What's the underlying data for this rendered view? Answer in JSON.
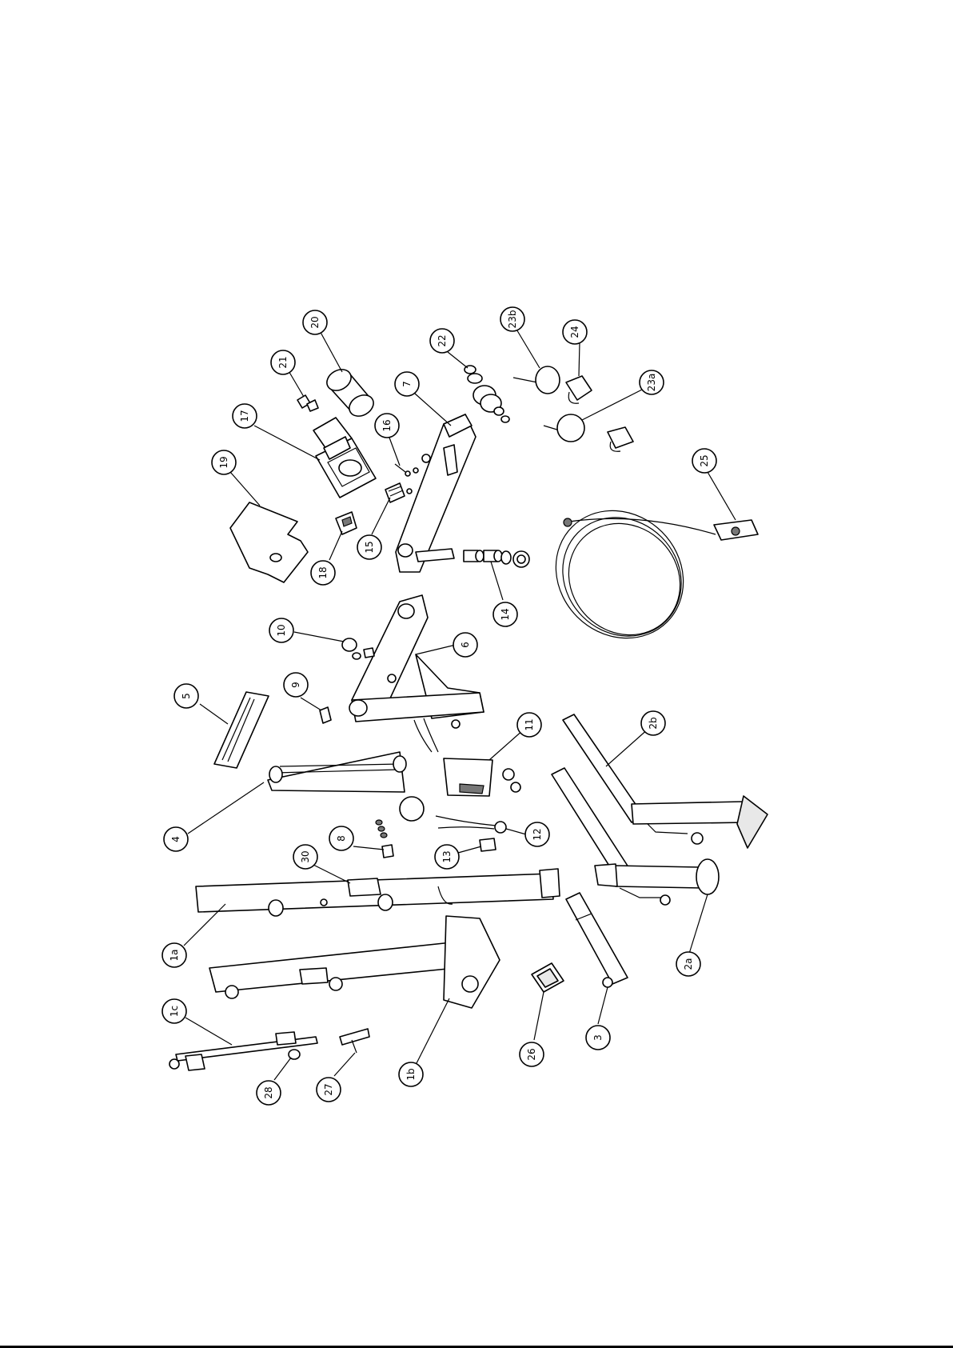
{
  "labels": [
    {
      "id": "l20",
      "text": "20"
    },
    {
      "id": "l21",
      "text": "21"
    },
    {
      "id": "l17",
      "text": "17"
    },
    {
      "id": "l19",
      "text": "19"
    },
    {
      "id": "l16",
      "text": "16"
    },
    {
      "id": "l15",
      "text": "15"
    },
    {
      "id": "l18",
      "text": "18"
    },
    {
      "id": "l22",
      "text": "22"
    },
    {
      "id": "l7",
      "text": "7"
    },
    {
      "id": "l23b",
      "text": "23b"
    },
    {
      "id": "l24",
      "text": "24"
    },
    {
      "id": "l23a",
      "text": "23a"
    },
    {
      "id": "l25",
      "text": "25"
    },
    {
      "id": "l14",
      "text": "14"
    },
    {
      "id": "l10",
      "text": "10"
    },
    {
      "id": "l6",
      "text": "6"
    },
    {
      "id": "l5",
      "text": "5"
    },
    {
      "id": "l9",
      "text": "9"
    },
    {
      "id": "l11",
      "text": "11"
    },
    {
      "id": "l2b",
      "text": "2b"
    },
    {
      "id": "l4",
      "text": "4"
    },
    {
      "id": "l8",
      "text": "8"
    },
    {
      "id": "l12",
      "text": "12"
    },
    {
      "id": "l13",
      "text": "13"
    },
    {
      "id": "l30",
      "text": "30"
    },
    {
      "id": "l1a",
      "text": "1a"
    },
    {
      "id": "l2a",
      "text": "2a"
    },
    {
      "id": "l1c",
      "text": "1c"
    },
    {
      "id": "l1b",
      "text": "1b"
    },
    {
      "id": "l26",
      "text": "26"
    },
    {
      "id": "l3",
      "text": "3"
    },
    {
      "id": "l28",
      "text": "28"
    },
    {
      "id": "l27",
      "text": "27"
    }
  ]
}
